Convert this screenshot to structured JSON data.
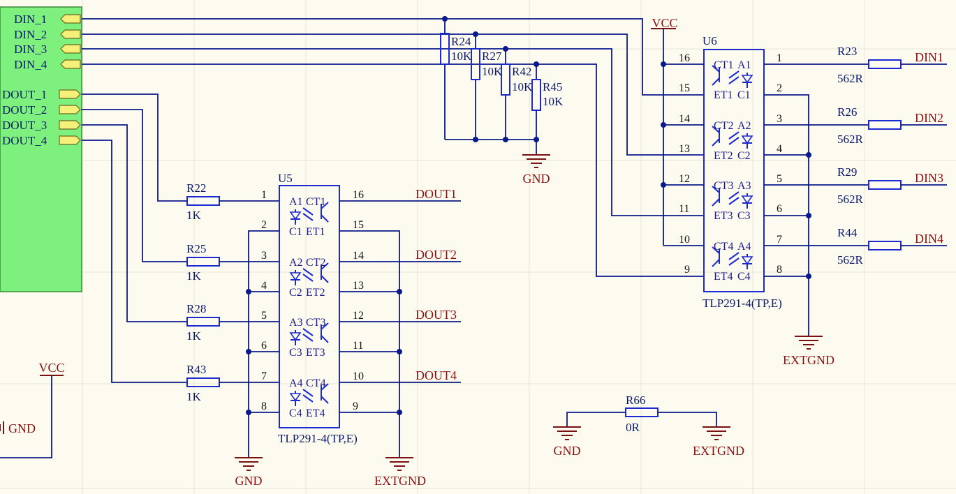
{
  "mcu_ports": {
    "din1": "DIN_1",
    "din2": "DIN_2",
    "din3": "DIN_3",
    "din4": "DIN_4",
    "dout1": "DOUT_1",
    "dout2": "DOUT_2",
    "dout3": "DOUT_3",
    "dout4": "DOUT_4"
  },
  "pullups": [
    {
      "ref": "R24",
      "value": "10K"
    },
    {
      "ref": "R27",
      "value": "10K"
    },
    {
      "ref": "R42",
      "value": "10K"
    },
    {
      "ref": "R45",
      "value": "10K"
    }
  ],
  "out_resistors": [
    {
      "ref": "R22",
      "value": "1K"
    },
    {
      "ref": "R25",
      "value": "1K"
    },
    {
      "ref": "R28",
      "value": "1K"
    },
    {
      "ref": "R43",
      "value": "1K"
    }
  ],
  "in_resistors": [
    {
      "ref": "R23",
      "value": "562R",
      "net": "DIN1"
    },
    {
      "ref": "R26",
      "value": "562R",
      "net": "DIN2"
    },
    {
      "ref": "R29",
      "value": "562R",
      "net": "DIN3"
    },
    {
      "ref": "R44",
      "value": "562R",
      "net": "DIN4"
    }
  ],
  "u5": {
    "ref": "U5",
    "part": "TLP291-4(TP,E)",
    "left_pins": [
      "1",
      "2",
      "3",
      "4",
      "5",
      "6",
      "7",
      "8"
    ],
    "right_pins": [
      "16",
      "15",
      "14",
      "13",
      "12",
      "11",
      "10",
      "9"
    ],
    "inner_left": [
      "A1",
      "C1",
      "A2",
      "C2",
      "A3",
      "C3",
      "A4",
      "C4"
    ],
    "inner_right": [
      "CT1",
      "ET1",
      "CT2",
      "ET2",
      "CT3",
      "ET3",
      "CT4",
      "ET4"
    ],
    "out_nets": [
      "DOUT1",
      "DOUT2",
      "DOUT3",
      "DOUT4"
    ]
  },
  "u6": {
    "ref": "U6",
    "part": "TLP291-4(TP,E)",
    "left_pins": [
      "16",
      "15",
      "14",
      "13",
      "12",
      "11",
      "10",
      "9"
    ],
    "right_pins": [
      "1",
      "2",
      "3",
      "4",
      "5",
      "6",
      "7",
      "8"
    ],
    "inner_left": [
      "CT1",
      "ET1",
      "CT2",
      "ET2",
      "CT3",
      "ET3",
      "CT4",
      "ET4"
    ],
    "inner_right": [
      "A1",
      "C1",
      "A2",
      "C2",
      "A3",
      "C3",
      "A4",
      "C4"
    ]
  },
  "r66": {
    "ref": "R66",
    "value": "0R"
  },
  "power": {
    "vcc": "VCC",
    "gnd": "GND",
    "extgnd": "EXTGND"
  },
  "colors": {
    "wire": "#0a1a8a",
    "component": "#1a2ad0",
    "power": "#7a1010",
    "mcu_body": "#7ef07e",
    "port": "#f4f07a"
  }
}
